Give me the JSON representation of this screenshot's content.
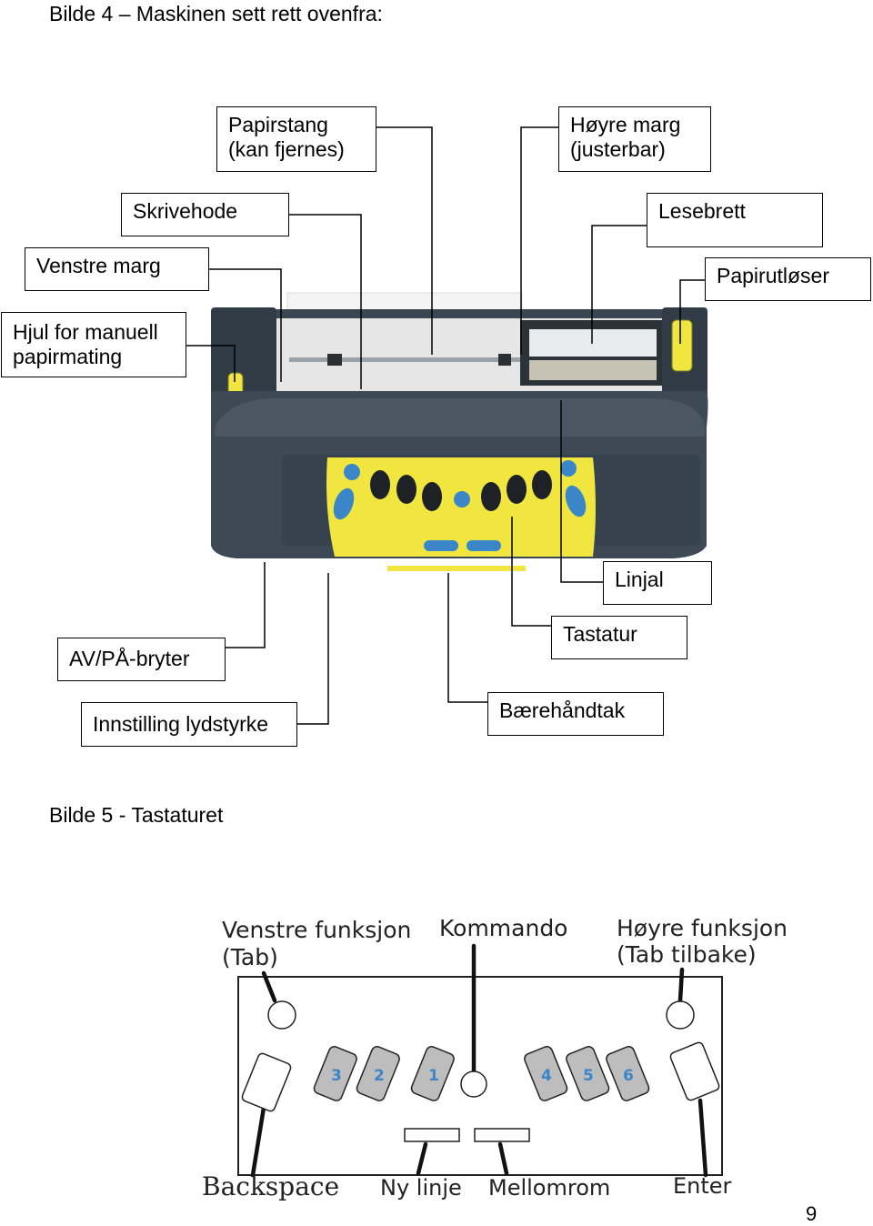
{
  "figure4": {
    "caption": "Bilde 4 – Maskinen sett rett ovenfra:",
    "labels": {
      "papirstang_1": "Papirstang",
      "papirstang_2": "(kan fjernes)",
      "hoyre_marg_1": "Høyre marg",
      "hoyre_marg_2": "(justerbar)",
      "skrivehode": "Skrivehode",
      "lesebrett": "Lesebrett",
      "venstre_marg": "Venstre marg",
      "papirutloser": "Papirutløser",
      "hjul_1": "Hjul for manuell",
      "hjul_2": "papirmating",
      "linjal": "Linjal",
      "tastatur": "Tastatur",
      "av_pa": "AV/PÅ-bryter",
      "lydstyrke": "Innstilling lydstyrke",
      "baerehandtak": "Bærehåndtak"
    }
  },
  "figure5": {
    "caption": "Bilde 5 - Tastaturet",
    "labels": {
      "venstre_funksjon_1": "Venstre funksjon",
      "venstre_funksjon_2": "(Tab)",
      "kommando": "Kommando",
      "hoyre_funksjon_1": "Høyre funksjon",
      "hoyre_funksjon_2": "(Tab tilbake)",
      "backspace": "Backspace",
      "ny_linje": "Ny linje",
      "mellomrom": "Mellomrom",
      "enter": "Enter"
    },
    "keys": [
      "3",
      "2",
      "1",
      "4",
      "5",
      "6"
    ]
  },
  "page_number": "9",
  "colors": {
    "machine_body": "#3d4a55",
    "keyboard_panel": "#f1e640",
    "key_blue": "#3b86c8",
    "key_dark": "#1e2226",
    "kb_key_gray": "#bdbdbd"
  }
}
